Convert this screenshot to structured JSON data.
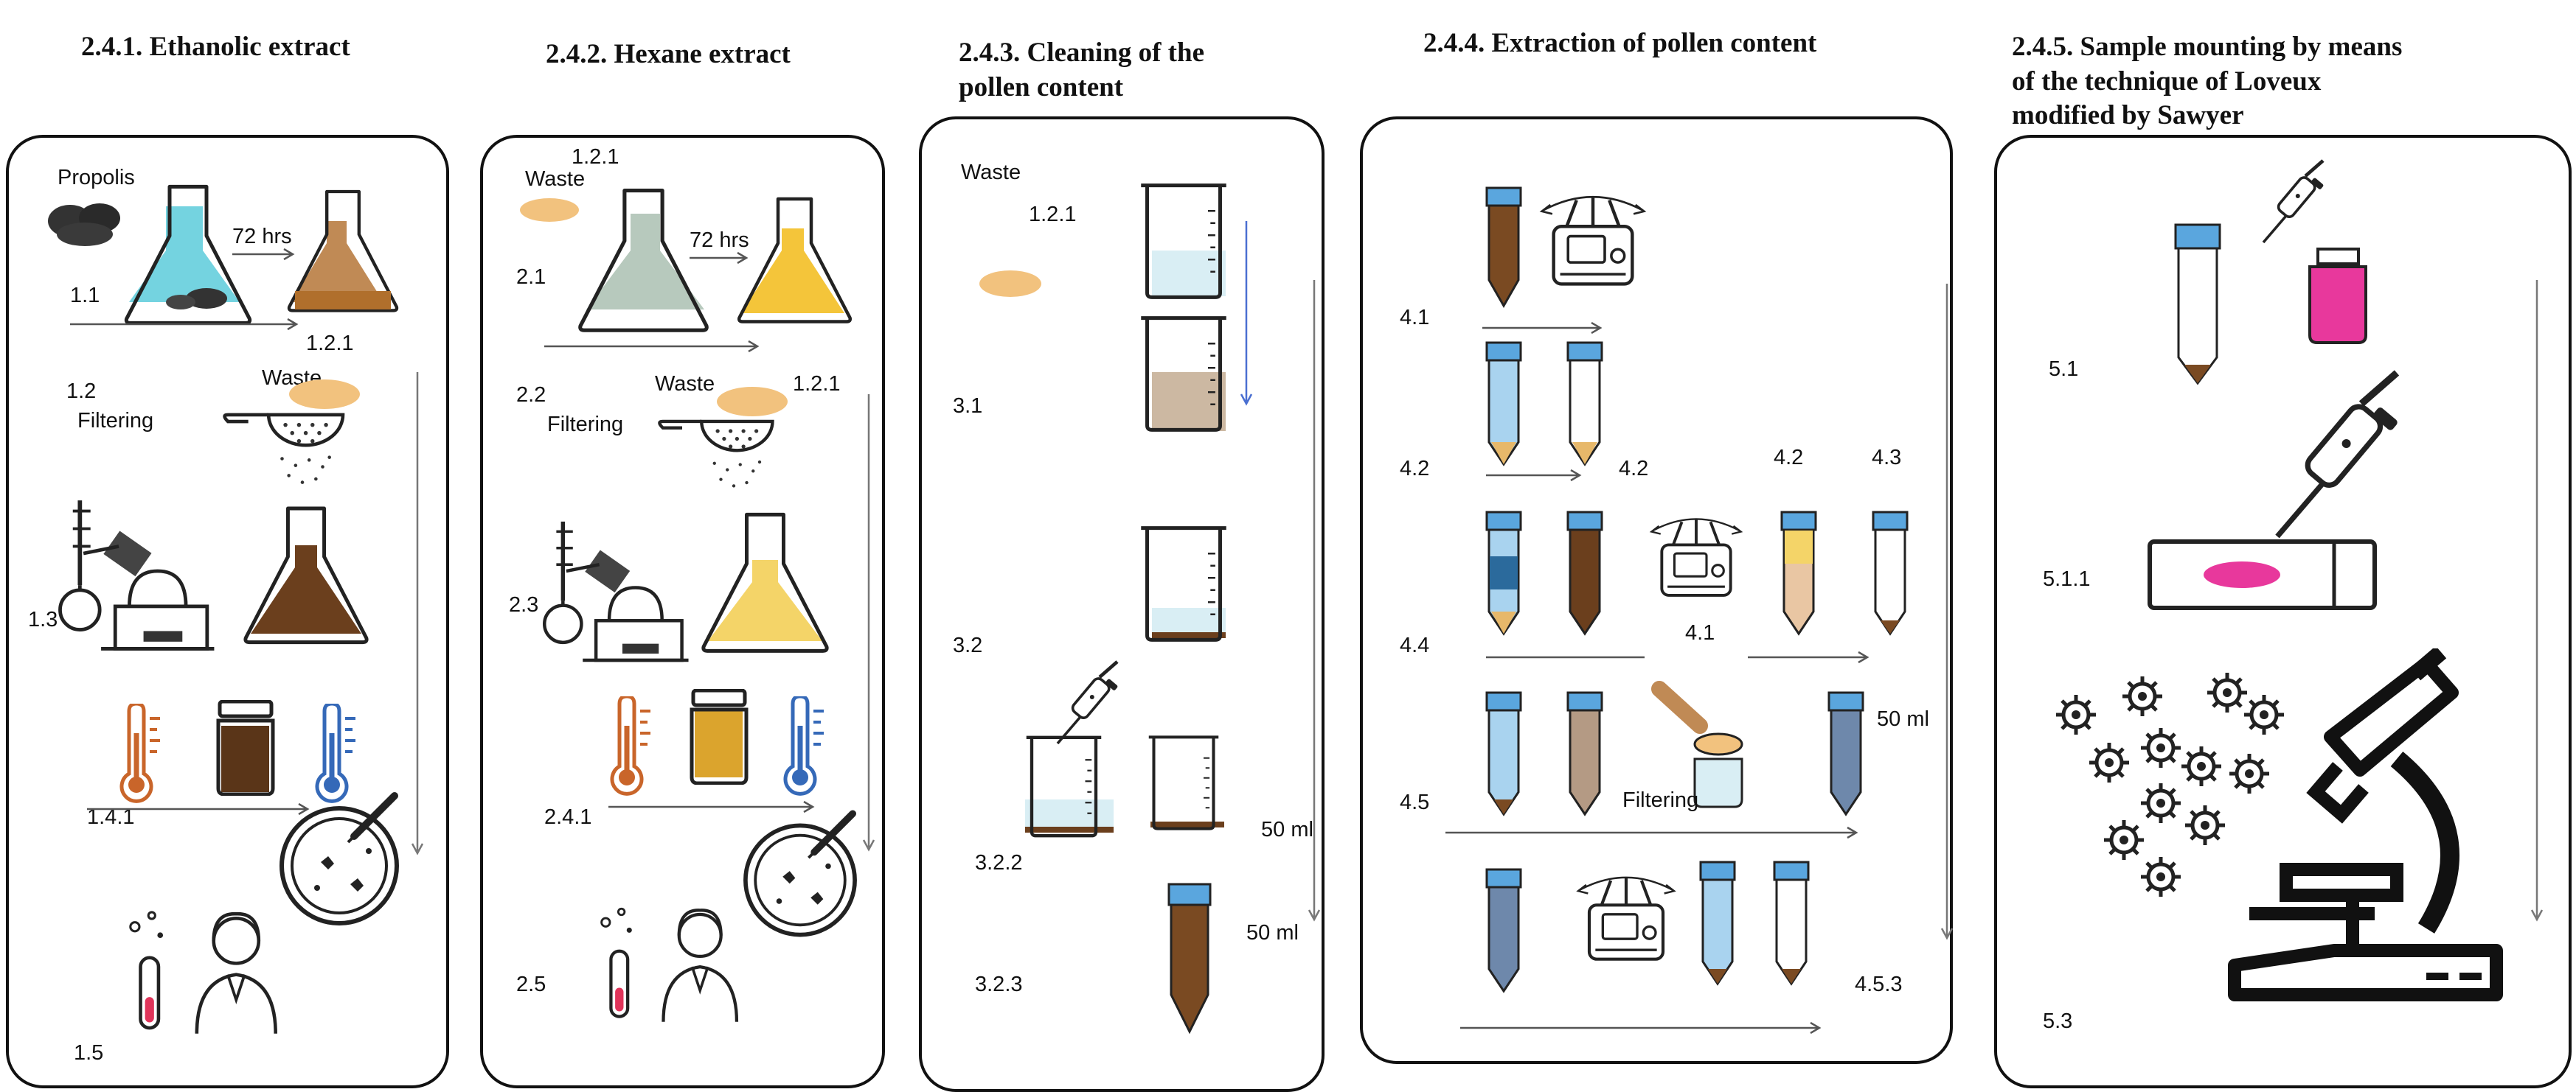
{
  "sections": [
    {
      "title_line1": "2.4.1. Ethanolic extract",
      "title_line2": "",
      "title_line3": ""
    },
    {
      "title_line1": "2.4.2. Hexane extract",
      "title_line2": "",
      "title_line3": ""
    },
    {
      "title_line1": "2.4.3. Cleaning of the",
      "title_line2": "pollen content",
      "title_line3": ""
    },
    {
      "title_line1": "2.4.4. Extraction of pollen content",
      "title_line2": "",
      "title_line3": ""
    },
    {
      "title_line1": "2.4.5. Sample mounting by means",
      "title_line2": "of the technique of Loveux",
      "title_line3": "modified by Sawyer"
    }
  ],
  "ethanolic": {
    "propolis": "Propolis",
    "hrs": "72 hrs",
    "s1_1": "1.1",
    "s1_2_1": "1.2.1",
    "s1_2": "1.2",
    "filtering": "Filtering",
    "waste": "Waste",
    "s1_3": "1.3",
    "s1_4_1": "1.4.1",
    "s1_5": "1.5"
  },
  "hexane": {
    "s1_2_1_top": "1.2.1",
    "waste_top": "Waste",
    "hrs": "72 hrs",
    "s2_1": "2.1",
    "s2_2": "2.2",
    "filtering": "Filtering",
    "waste": "Waste",
    "s1_2_1": "1.2.1",
    "s2_3": "2.3",
    "s2_4_1": "2.4.1",
    "s2_5": "2.5"
  },
  "cleaning": {
    "waste": "Waste",
    "s1_2_1": "1.2.1",
    "s3_1": "3.1",
    "s3_2": "3.2",
    "s3_2_2": "3.2.2",
    "ml_a": "50 ml",
    "ml_b": "50 ml",
    "s3_2_3": "3.2.3"
  },
  "extraction": {
    "s4_1_a": "4.1",
    "s4_2_a": "4.2",
    "s4_2_b": "4.2",
    "s4_2_c": "4.2",
    "s4_3": "4.3",
    "s4_4": "4.4",
    "s4_1_b": "4.1",
    "s4_5": "4.5",
    "filtering": "Filtering",
    "ml": "50 ml",
    "s4_5_3": "4.5.3"
  },
  "mounting": {
    "s5_1": "5.1",
    "s5_1_1": "5.1.1",
    "s5_3": "5.3"
  },
  "colors": {
    "brown": "#7a4a22",
    "dark_brown": "#5a3518",
    "orange_brown": "#c08a55",
    "yellow": "#f4c53a",
    "cyan": "#74d3e0",
    "blue_cap": "#5aa6de",
    "light_blue": "#a9d3ef",
    "magenta": "#e8389c",
    "sand": "#f2c27e"
  }
}
